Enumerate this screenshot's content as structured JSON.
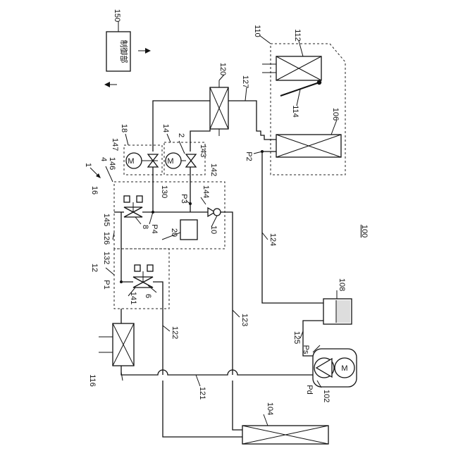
{
  "figure": {
    "labels": {
      "l150": "150",
      "l110": "110",
      "l112": "112",
      "l120": "120",
      "l127": "127",
      "l114": "114",
      "l106": "106",
      "l18": "18",
      "l14": "14",
      "l147": "147",
      "l2": "2",
      "l143": "143",
      "l4": "4",
      "l146": "146",
      "l142": "142",
      "l1": "1",
      "l16": "16",
      "l130": "130",
      "l144": "144",
      "lP2": "P2",
      "lP3": "P3",
      "l8": "8",
      "l145": "145",
      "lP4": "P4",
      "l20": "20",
      "l10": "10",
      "l126": "126",
      "l132": "132",
      "l12": "12",
      "lP1": "P1",
      "l141": "141",
      "l6": "6",
      "l124": "124",
      "l100": "100",
      "l108": "108",
      "l123": "123",
      "l122": "122",
      "l125": "125",
      "lPs": "Ps",
      "l116": "116",
      "lPd": "Pd",
      "l121": "121",
      "l102": "102",
      "l104": "104",
      "m1": "M",
      "m2": "M",
      "m3": "M"
    },
    "controller_label": "制御部"
  }
}
